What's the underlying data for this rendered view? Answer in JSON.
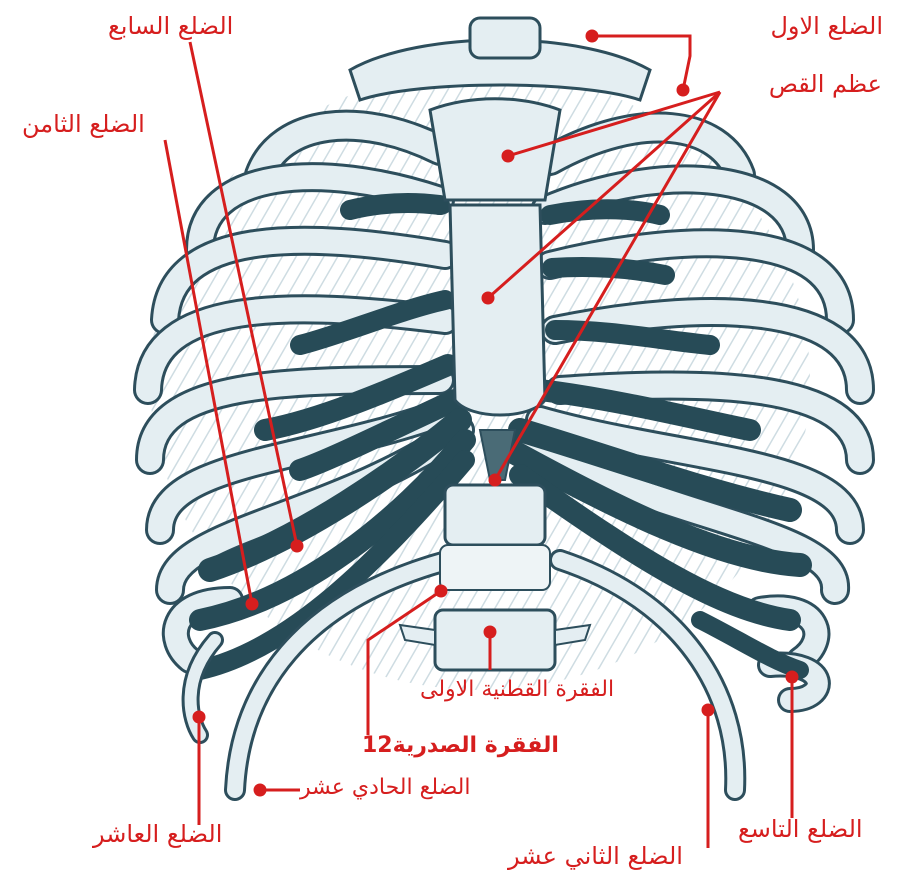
{
  "labels": {
    "first_rib": "الضلع الاول",
    "sternum": "عظم القص",
    "seventh_rib": "الضلع السابع",
    "eighth_rib": "الضلع الثامن",
    "first_lumbar": "الفقرة القطنية الاولى",
    "t12": "الفقرة الصدرية12",
    "eleventh_rib": "الضلع الحادي عشر",
    "tenth_rib": "الضلع العاشر",
    "ninth_rib": "الضلع التاسع",
    "twelfth_rib": "الضلع الثاني عشر"
  },
  "colors": {
    "label": "#d61e1e",
    "bone_light": "#e4eef2",
    "bone_outline": "#2d4e5c",
    "cartilage_dark": "#274b57",
    "shading": "#9fb8c2"
  }
}
